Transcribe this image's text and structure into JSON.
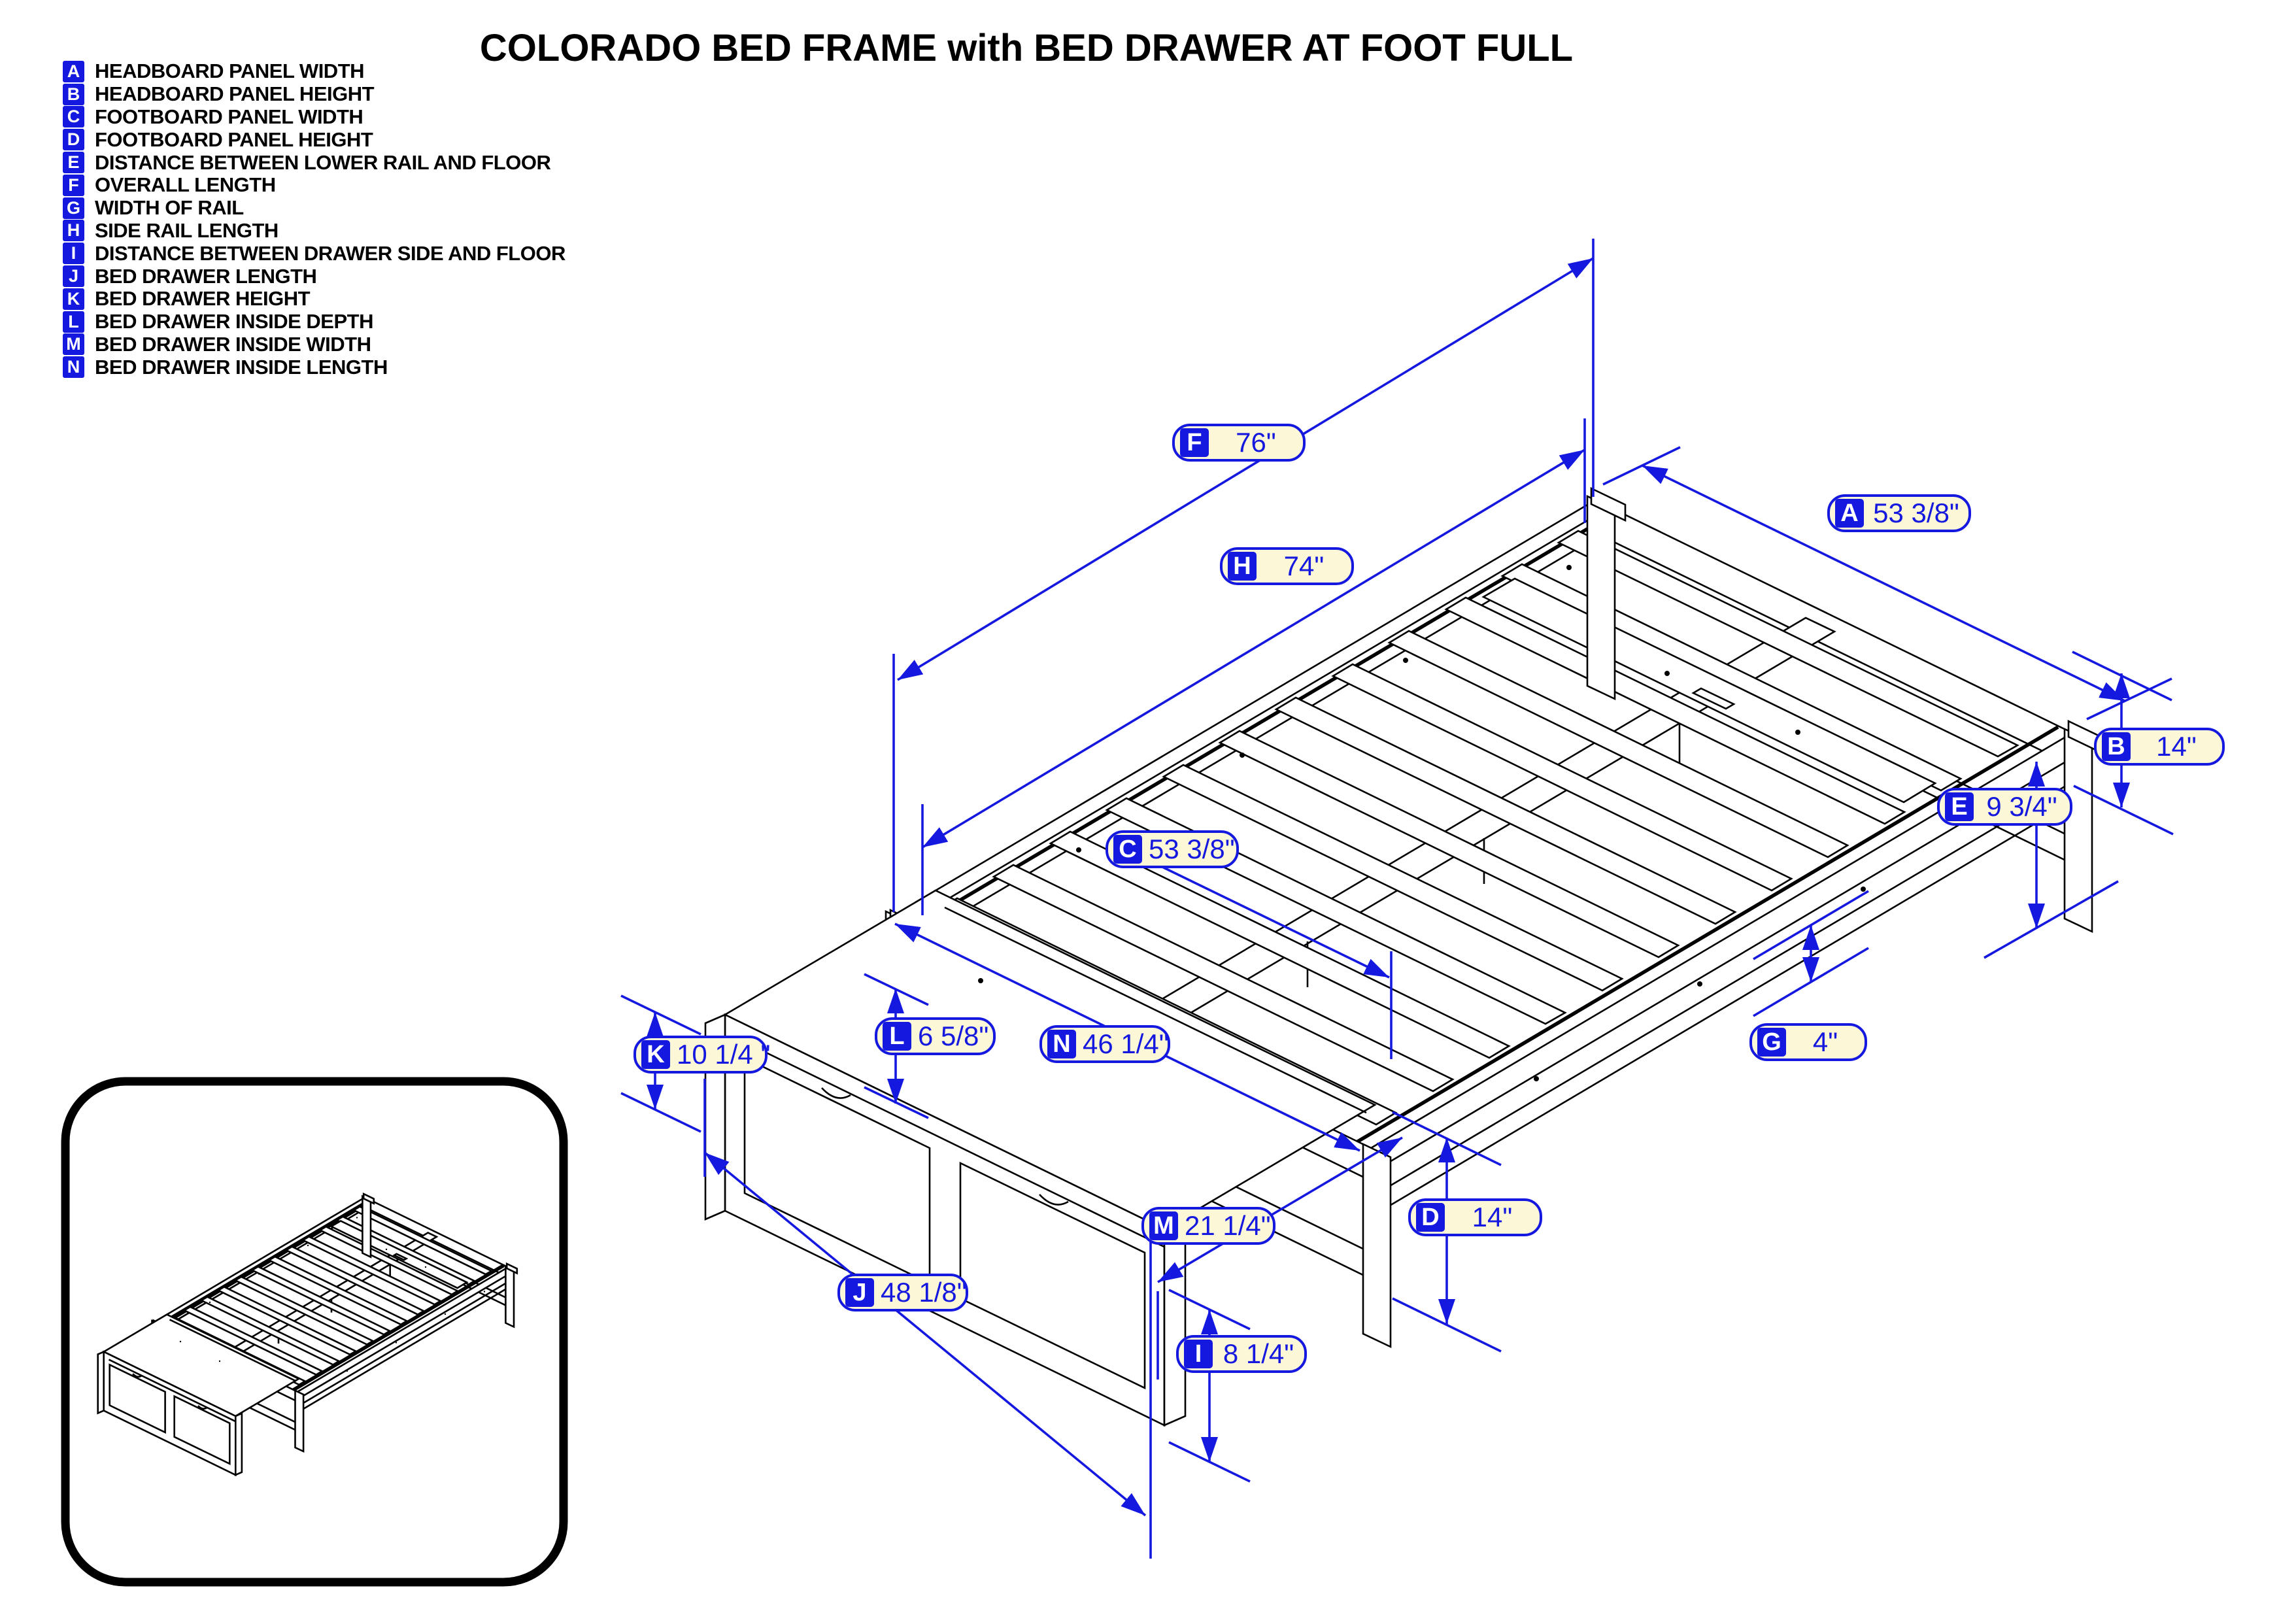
{
  "title": "COLORADO BED FRAME with BED DRAWER AT FOOT FULL",
  "legend": {
    "items": [
      {
        "letter": "A",
        "label": "HEADBOARD PANEL WIDTH"
      },
      {
        "letter": "B",
        "label": "HEADBOARD PANEL HEIGHT"
      },
      {
        "letter": "C",
        "label": "FOOTBOARD PANEL WIDTH"
      },
      {
        "letter": "D",
        "label": "FOOTBOARD PANEL HEIGHT"
      },
      {
        "letter": "E",
        "label": "DISTANCE BETWEEN LOWER RAIL AND FLOOR"
      },
      {
        "letter": "F",
        "label": "OVERALL LENGTH"
      },
      {
        "letter": "G",
        "label": "WIDTH OF RAIL"
      },
      {
        "letter": "H",
        "label": "SIDE RAIL LENGTH"
      },
      {
        "letter": "I",
        "label": "DISTANCE BETWEEN DRAWER SIDE AND FLOOR"
      },
      {
        "letter": "J",
        "label": "BED DRAWER LENGTH"
      },
      {
        "letter": "K",
        "label": "BED DRAWER HEIGHT"
      },
      {
        "letter": "L",
        "label": "BED DRAWER INSIDE DEPTH"
      },
      {
        "letter": "M",
        "label": "BED DRAWER INSIDE WIDTH"
      },
      {
        "letter": "N",
        "label": "BED DRAWER INSIDE LENGTH"
      }
    ]
  },
  "dims": {
    "F": {
      "letter": "F",
      "value": "76\""
    },
    "H": {
      "letter": "H",
      "value": "74\""
    },
    "A": {
      "letter": "A",
      "value": "53 3/8\""
    },
    "B": {
      "letter": "B",
      "value": "14\""
    },
    "E": {
      "letter": "E",
      "value": "9 3/4\""
    },
    "C": {
      "letter": "C",
      "value": "53 3/8\""
    },
    "G": {
      "letter": "G",
      "value": "4\""
    },
    "L": {
      "letter": "L",
      "value": "6 5/8\""
    },
    "N": {
      "letter": "N",
      "value": "46 1/4\""
    },
    "K": {
      "letter": "K",
      "value": "10 1/4 \""
    },
    "M": {
      "letter": "M",
      "value": "21 1/4\""
    },
    "D": {
      "letter": "D",
      "value": "14\""
    },
    "J": {
      "letter": "J",
      "value": "48 1/8\""
    },
    "I": {
      "letter": "I",
      "value": "8 1/4\""
    }
  },
  "colors": {
    "dimension_blue": "#1518df",
    "label_background": "#fcf7d6",
    "linework_black": "#000000",
    "page_background": "#ffffff"
  }
}
